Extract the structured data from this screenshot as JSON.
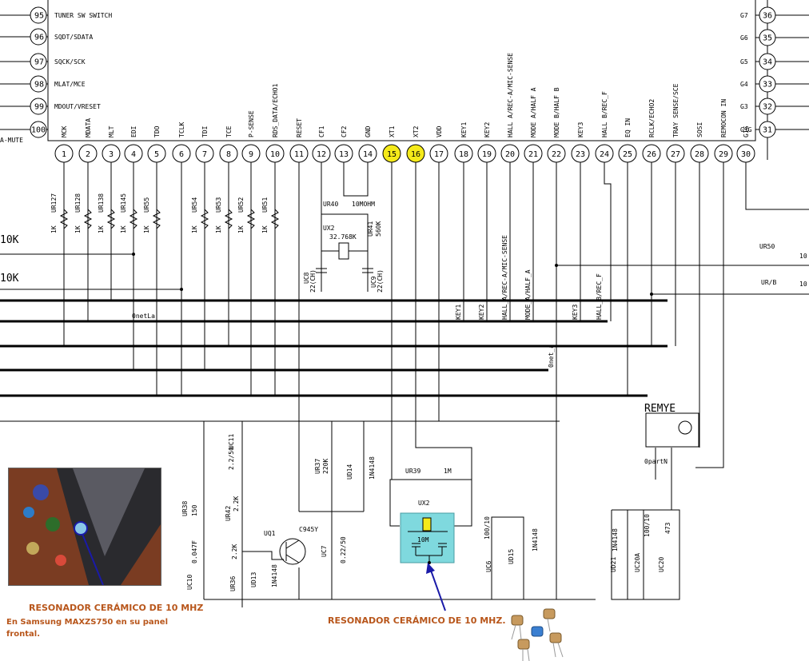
{
  "left_pins": [
    {
      "num": "95",
      "label": "TUNER SW SWITCH"
    },
    {
      "num": "96",
      "label": "SQDT/SDATA"
    },
    {
      "num": "97",
      "label": "SQCK/SCK"
    },
    {
      "num": "98",
      "label": "MLAT/MCE"
    },
    {
      "num": "99",
      "label": "MDOUT/VRESET"
    },
    {
      "num": "100",
      "label": "A-MUTE"
    }
  ],
  "right_pins": [
    {
      "num": "36",
      "label": "G7"
    },
    {
      "num": "35",
      "label": "G6"
    },
    {
      "num": "34",
      "label": "G5"
    },
    {
      "num": "33",
      "label": "G4"
    },
    {
      "num": "32",
      "label": "G3"
    },
    {
      "num": "31",
      "label": "G1G"
    }
  ],
  "bottom_pins": [
    {
      "num": "1",
      "label": "MCK",
      "hl": false
    },
    {
      "num": "2",
      "label": "MDATA",
      "hl": false
    },
    {
      "num": "3",
      "label": "MLT",
      "hl": false
    },
    {
      "num": "4",
      "label": "EDI",
      "hl": false
    },
    {
      "num": "5",
      "label": "TDO",
      "hl": false
    },
    {
      "num": "6",
      "label": "TCLK",
      "hl": false
    },
    {
      "num": "7",
      "label": "TDI",
      "hl": false
    },
    {
      "num": "8",
      "label": "TCE",
      "hl": false
    },
    {
      "num": "9",
      "label": "P-SENSE",
      "hl": false
    },
    {
      "num": "10",
      "label": "RDS_DATA/ECHO1",
      "hl": false
    },
    {
      "num": "11",
      "label": "RESET",
      "hl": false
    },
    {
      "num": "12",
      "label": "CF1",
      "hl": false
    },
    {
      "num": "13",
      "label": "CF2",
      "hl": false
    },
    {
      "num": "14",
      "label": "GND",
      "hl": false
    },
    {
      "num": "15",
      "label": "XT1",
      "hl": true
    },
    {
      "num": "16",
      "label": "XT2",
      "hl": true
    },
    {
      "num": "17",
      "label": "VDD",
      "hl": false
    },
    {
      "num": "18",
      "label": "KEY1",
      "hl": false
    },
    {
      "num": "19",
      "label": "KEY2",
      "hl": false
    },
    {
      "num": "20",
      "label": "HALL A/REC-A/MIC-SENSE",
      "hl": false
    },
    {
      "num": "21",
      "label": "MODE A/HALF A",
      "hl": false
    },
    {
      "num": "22",
      "label": "MODE B/HALF B",
      "hl": false
    },
    {
      "num": "23",
      "label": "KEY3",
      "hl": false
    },
    {
      "num": "24",
      "label": "HALL B/REC_F",
      "hl": false
    },
    {
      "num": "25",
      "label": "EQ IN",
      "hl": false
    },
    {
      "num": "26",
      "label": "RCLK/ECHO2",
      "hl": false
    },
    {
      "num": "27",
      "label": "TRAY SENSE/SCE",
      "hl": false
    },
    {
      "num": "28",
      "label": "SOSI",
      "hl": false
    },
    {
      "num": "29",
      "label": "REMOCON IN",
      "hl": false
    },
    {
      "num": "30",
      "label": "G1G",
      "hl": false
    }
  ],
  "resistors_top": [
    {
      "ref": "UR127",
      "val": "1K"
    },
    {
      "ref": "UR128",
      "val": "1K"
    },
    {
      "ref": "UR138",
      "val": "1K"
    },
    {
      "ref": "UR145",
      "val": "1K"
    },
    {
      "ref": "UR55",
      "val": "1K"
    },
    {
      "ref": "UR54",
      "val": "1K"
    },
    {
      "ref": "UR53",
      "val": "1K"
    },
    {
      "ref": "UR52",
      "val": "1K"
    },
    {
      "ref": "UR51",
      "val": "1K"
    }
  ],
  "components": {
    "ur40": "UR40",
    "r10mohm": "10MOHM",
    "ux2_top": "UX2",
    "xtal_top": "32.768K",
    "ur41": "UR41",
    "ur41_val": "560K",
    "uc8": "UC8",
    "uc8_val": "22(CH)",
    "uc9": "UC9",
    "uc9_val": "22(CH)",
    "ur50": "UR50",
    "ur50_val": "10",
    "urb": "UR/B",
    "urb_val": "10",
    "left_10k_1": "10K",
    "left_10k_2": "10K",
    "uc11": "UC11",
    "uc11_val": "2.2/50",
    "ur37": "UR37",
    "ur37_val": "220K",
    "ud14": "UD14",
    "ud14_val": "1N4148",
    "ur39": "UR39",
    "ur39_val": "1M",
    "ux2_bot": "UX2",
    "res_bot": "10M",
    "ur38": "UR38",
    "ur38_val": "150",
    "ur42": "UR42",
    "ur42_val": "2.2K",
    "uq1": "UQ1",
    "uq1_val": "C945Y",
    "uc10": "UC10",
    "uc10_val": "0.047F",
    "ur36": "UR36",
    "ur36_val": "2.2K",
    "ud13": "UD13",
    "ud13_val": "1N4148",
    "uc7": "UC7",
    "uc7_val": "0.22/50",
    "uc6": "UC6",
    "uc6_val": "100/10",
    "ud15": "UD15",
    "ud15_val": "1N4148",
    "ud21": "UD21",
    "ud21_val": "1N4148",
    "uc20a": "UC20A",
    "uc20a_val": "100/10",
    "uc20": "UC20",
    "uc20_val": "473",
    "remye": "REMYE",
    "partn": "0partN",
    "netla": "0netLa",
    "neta": "0net_a"
  },
  "net_labels": [
    "KEY1",
    "KEY2",
    "HALL_A/REC-A/MIC-SENSE",
    "MODE_A/HALF_A",
    "KEY3",
    "HALL_B/REC_F"
  ],
  "captions": {
    "photo_title": "RESONADOR CERÁMICO DE 10 MHZ",
    "photo_desc_1": "En Samsung MAXZS750 en su panel",
    "photo_desc_2": "frontal.",
    "main": "RESONADOR CERÁMICO DE 10 MHZ."
  },
  "colors": {
    "highlight_pin": "#f5ea1a",
    "resonator_fill": "#7fd9de",
    "arrow": "#1a1aa8",
    "caption": "#b8561b"
  }
}
